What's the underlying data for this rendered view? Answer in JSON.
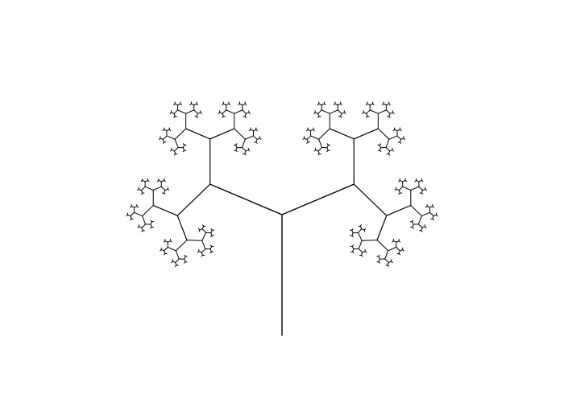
{
  "figure": {
    "kind": "fractal-tree",
    "background_color": "#ffffff",
    "line_color": "#000000",
    "depth": 8,
    "branch_angle_deg": 67,
    "length_ratio": 0.58
  }
}
